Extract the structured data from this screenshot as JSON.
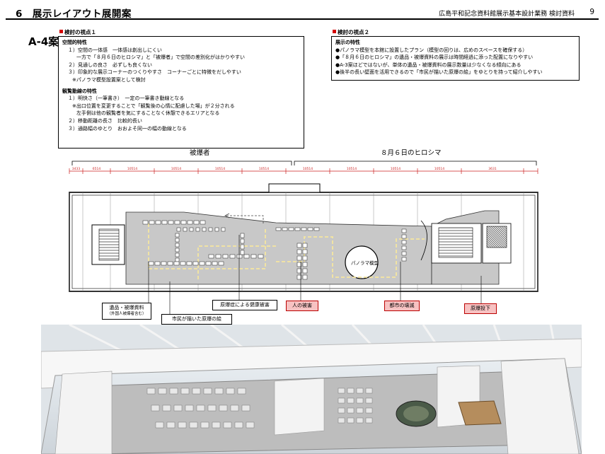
{
  "header": {
    "title": "6　展示レイアウト展開案",
    "meta": "広島平和記念資料館展示基本設計業務 検討資料",
    "page_number": "9"
  },
  "plan_label": "A-4案",
  "panel1": {
    "heading": "検討の視点１",
    "spatial_title": "空間的特性",
    "spatial_lines": [
      "１）空間の一体感　一体感は創出しにくい",
      "一方で「８月６日のヒロシマ」と「被爆者」で空間の差別化がはかりやすい",
      "２）見通しの良さ　必ずしも良くない",
      "３）印象的な展示コーナーのつくりやすさ　コーナーごとに特徴をだしやすい",
      "※パノラマ模型設置案として検討"
    ],
    "flow_title": "観覧動線の特性",
    "flow_lines": [
      "１）明快さ（一筆書き）　一定の一筆書き動線となる",
      "※出口位置を変更することで「観覧後の心情に配慮した場」が２分される",
      "左手側は他の観覧者を気にすることなく休憩できるエリアとなる",
      "２）移動距離の長さ　比較的長い",
      "３）通路幅のゆとり　おおよそ同一の幅の動線となる"
    ]
  },
  "panel2": {
    "heading": "検討の視点２",
    "exhibit_title": "展示の特性",
    "exhibit_lines": [
      "●パノラマ模型を本館に設置したプラン（模型の回りは、広めのスペースを確保する）",
      "●「８月６日のヒロシマ」の遺品・被爆資料の展示は時間経過に添った配置になりやすい",
      "●A-3案ほどではないが、単体の遺品・被爆資料の展示数量は少なくなる傾向にある",
      "●後半の長い壁面を活用できるので「市民が描いた原爆の絵」をゆとりを持って紹介しやすい"
    ]
  },
  "zones": {
    "left": "被爆者",
    "right": "８月６日のヒロシマ"
  },
  "dimensions": [
    "3433",
    "6514",
    "10514",
    "10514",
    "10514",
    "10514",
    "10514",
    "10514",
    "10514",
    "10514",
    "3631"
  ],
  "panorama_label": "パノラマ模型",
  "callouts": {
    "relics": "遺品・被爆資料",
    "relics_sub": "（外国人被爆者含む）",
    "drawings": "市民が描いた原爆の絵",
    "radiation": "原爆症による健康被害",
    "human_damage": "人の被害",
    "city_destruction": "都市の壊滅",
    "bombing": "原爆投下"
  },
  "colors": {
    "accent_red": "#d40000",
    "callout_pink": "#f7c2c2",
    "floor_gray": "#c8c8c8",
    "route_yellow": "#f5e6a0",
    "dim_red": "#cc2222"
  }
}
